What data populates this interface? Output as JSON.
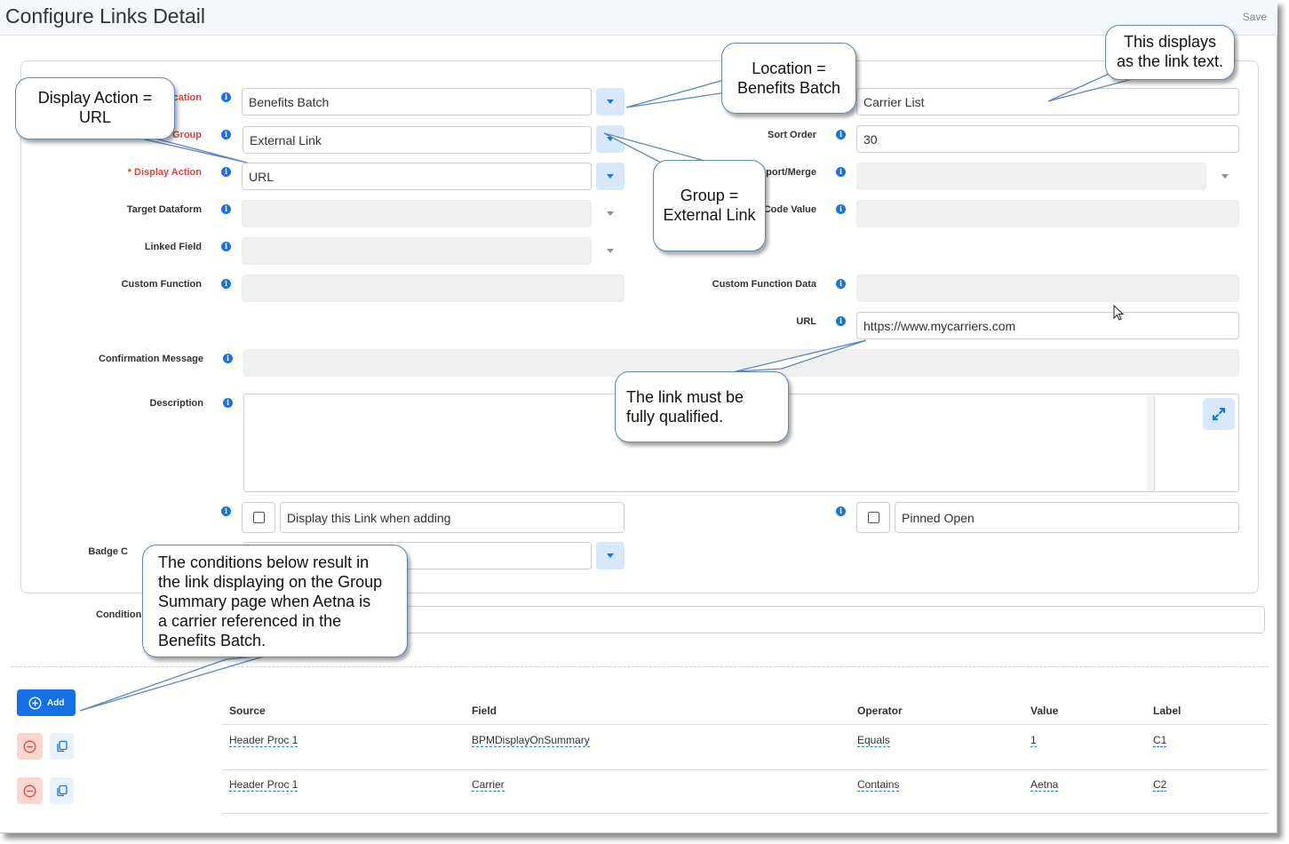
{
  "header": {
    "title": "Configure Links Detail",
    "save_label": "Save"
  },
  "form": {
    "location": {
      "label": "Location",
      "value": "Benefits Batch"
    },
    "group": {
      "label": "Group",
      "value": "External Link"
    },
    "display_action": {
      "label": "Display Action",
      "value": "URL"
    },
    "target_dataform": {
      "label": "Target Dataform",
      "value": ""
    },
    "linked_field": {
      "label": "Linked Field",
      "value": ""
    },
    "custom_function": {
      "label": "Custom Function",
      "value": ""
    },
    "confirmation_message": {
      "label": "Confirmation Message",
      "value": ""
    },
    "description": {
      "label": "Description",
      "value": ""
    },
    "link_text": {
      "value": "Carrier List"
    },
    "sort_order": {
      "label": "Sort Order",
      "value": "30"
    },
    "report_merge": {
      "label": "Report/Merge",
      "value": ""
    },
    "code_value": {
      "label": "Code Value",
      "value": ""
    },
    "custom_function_data": {
      "label": "Custom Function Data",
      "value": ""
    },
    "url": {
      "label": "URL",
      "value": "https://www.mycarriers.com"
    },
    "display_when_adding": {
      "label": "Display this Link when adding",
      "checked": false
    },
    "pinned_open": {
      "label": "Pinned Open",
      "checked": false
    },
    "badge": {
      "label": "Badge C",
      "value": ""
    },
    "conditions": {
      "label": "Condition"
    },
    "required_marker": "*"
  },
  "conditions_table": {
    "add_label": "Add",
    "columns": [
      "Source",
      "Field",
      "Operator",
      "Value",
      "Label"
    ],
    "rows": [
      {
        "source": "Header Proc 1",
        "field": "BPMDisplayOnSummary",
        "operator": "Equals",
        "value": "1",
        "label": "C1"
      },
      {
        "source": "Header Proc 1",
        "field": "Carrier",
        "operator": "Contains",
        "value": "Aetna",
        "label": "C2"
      }
    ]
  },
  "callouts": {
    "display_action": [
      "Display Action =",
      "URL"
    ],
    "location": [
      "Location =",
      "Benefits Batch"
    ],
    "link_text": [
      "This displays",
      "as the link text."
    ],
    "group": [
      "Group =",
      "External Link"
    ],
    "url": [
      "The link must be",
      "fully qualified."
    ],
    "conditions": [
      "The conditions below result in",
      "the link displaying on the Group",
      "Summary page when Aetna is",
      "a carrier referenced in the",
      "Benefits Batch."
    ]
  },
  "icons": {
    "info": "info-icon",
    "dropdown": "chevron-down-icon",
    "expand": "expand-icon",
    "add": "plus-circle-icon",
    "remove": "minus-circle-icon",
    "copy": "copy-icon",
    "cursor": "mouse-pointer-icon"
  },
  "colors": {
    "accent": "#1570e6",
    "required": "#e0413d",
    "dropdown_bg": "#d8e8fb",
    "remove_bg": "#fbd7d2"
  }
}
